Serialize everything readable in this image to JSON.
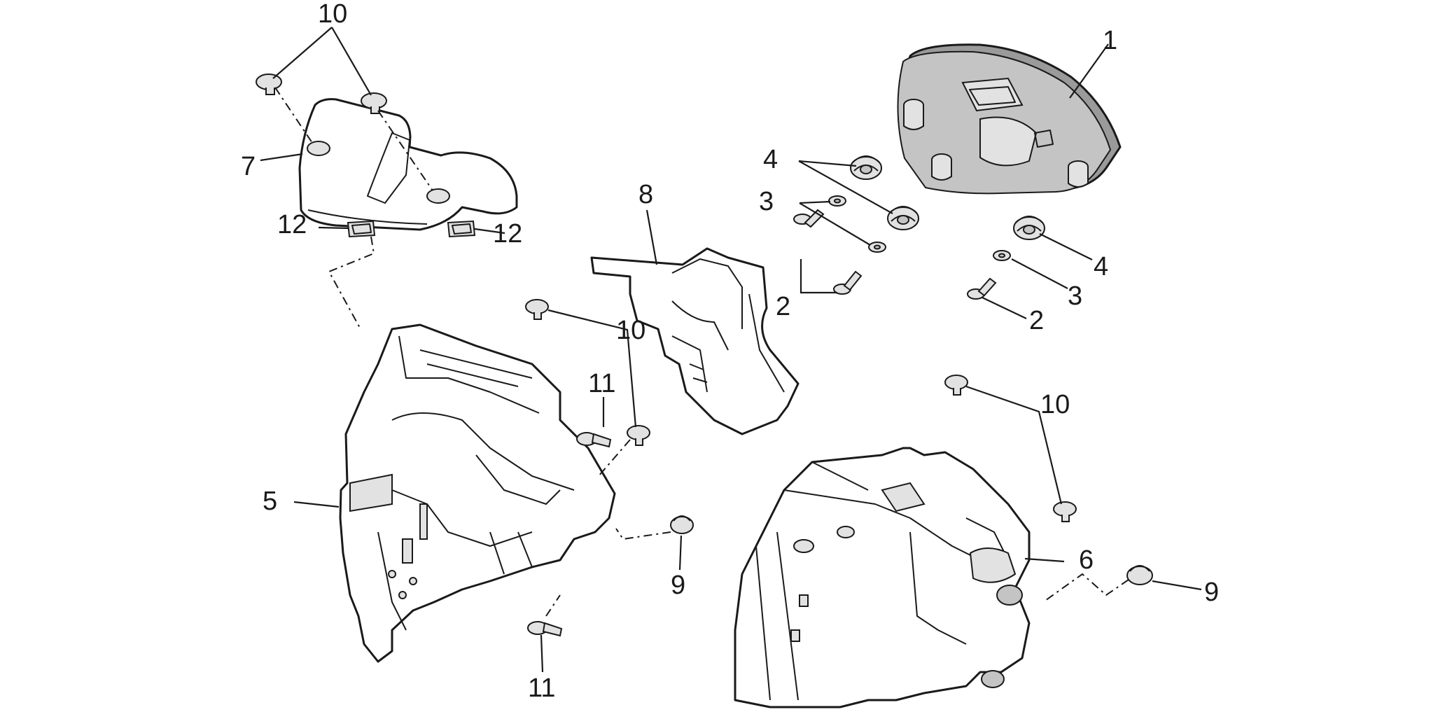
{
  "callouts": {
    "c1": "1",
    "c2a": "2",
    "c2b": "2",
    "c3a": "3",
    "c3b": "3",
    "c4a": "4",
    "c4b": "4",
    "c5": "5",
    "c6": "6",
    "c7": "7",
    "c8": "8",
    "c9a": "9",
    "c9b": "9",
    "c10a": "10",
    "c10b": "10",
    "c10c": "10",
    "c11a": "11",
    "c11b": "11",
    "c12a": "12",
    "c12b": "12"
  }
}
